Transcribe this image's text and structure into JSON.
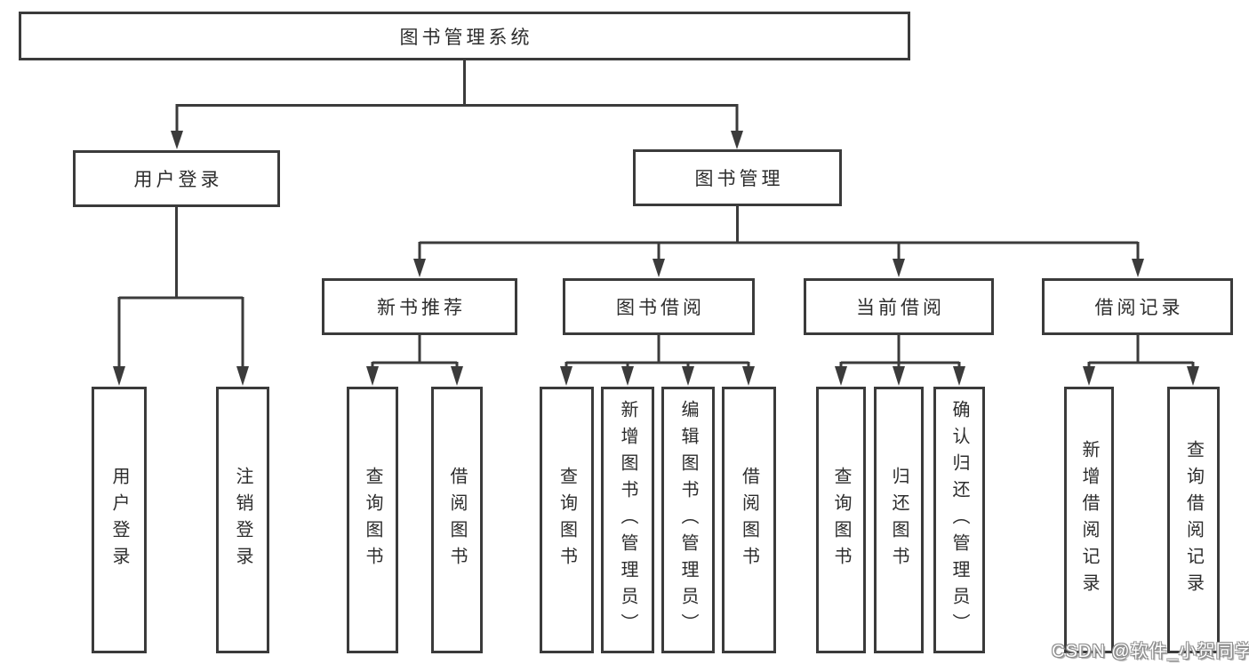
{
  "diagram": {
    "root": {
      "label": "图书管理系统"
    },
    "level2": [
      {
        "label": "用户登录",
        "children": [
          {
            "label": "用户登录"
          },
          {
            "label": "注销登录"
          }
        ]
      },
      {
        "label": "图书管理",
        "children": [
          {
            "label": "新书推荐",
            "children": [
              {
                "label": "查询图书"
              },
              {
                "label": "借阅图书"
              }
            ]
          },
          {
            "label": "图书借阅",
            "children": [
              {
                "label": "查询图书"
              },
              {
                "label": "新增图书（管理员）"
              },
              {
                "label": "编辑图书（管理员）"
              },
              {
                "label": "借阅图书"
              }
            ]
          },
          {
            "label": "当前借阅",
            "children": [
              {
                "label": "查询图书"
              },
              {
                "label": "归还图书"
              },
              {
                "label": "确认归还（管理员）"
              }
            ]
          },
          {
            "label": "借阅记录",
            "children": [
              {
                "label": "新增借阅记录"
              },
              {
                "label": "查询借阅记录"
              }
            ]
          }
        ]
      }
    ],
    "watermark": "CSDN @软件_小贺同学",
    "colors": {
      "line": "#3b3b3b",
      "text": "#2d2d2d",
      "background": "#ffffff",
      "watermark_fill": "#ffffff",
      "watermark_outline": "#8d8d8d"
    }
  }
}
